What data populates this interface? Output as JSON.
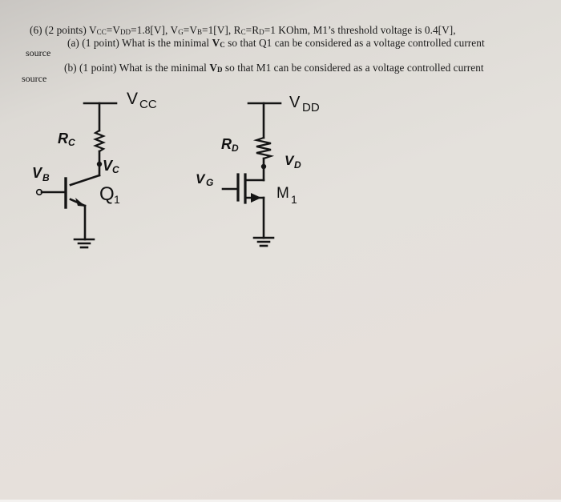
{
  "problem": {
    "number": "(6)",
    "points": "(2 points)",
    "given": {
      "vcc_vdd": {
        "v1": "V",
        "s1": "CC",
        "eq1": "=",
        "v2": "V",
        "s2": "DD",
        "val": "=1.8[V], "
      },
      "vg_vb": {
        "v1": "V",
        "s1": "G",
        "eq1": "=",
        "v2": "V",
        "s2": "B",
        "val": "=1[V], "
      },
      "rc_rd": {
        "v1": "R",
        "s1": "C",
        "eq1": "=",
        "v2": "R",
        "s2": "D",
        "val": "=1 KOhm, "
      },
      "threshold": "M1’s threshold voltage is 0.4[V],"
    },
    "part_a": {
      "label": "(a) (1 point) What is the minimal ",
      "var": "V",
      "var_sub": "C",
      "rest": " so that Q1 can be considered as a voltage controlled current",
      "wrap": "source"
    },
    "part_b": {
      "label": "(b) (1 point) What is the minimal ",
      "var": "V",
      "var_sub": "D",
      "rest": " so that M1 can be considered as a voltage controlled current",
      "wrap": "source"
    }
  },
  "circuit_bjt": {
    "supply": "V",
    "supply_sub": "CC",
    "resistor": "R",
    "resistor_sub": "C",
    "node": "V",
    "node_sub": "C",
    "input": "V",
    "input_sub": "B",
    "device": "Q",
    "device_sub": "1"
  },
  "circuit_mos": {
    "supply": "V",
    "supply_sub": "DD",
    "resistor": "R",
    "resistor_sub": "D",
    "node": "V",
    "node_sub": "D",
    "input": "V",
    "input_sub": "G",
    "device": "M",
    "device_sub": "1"
  }
}
